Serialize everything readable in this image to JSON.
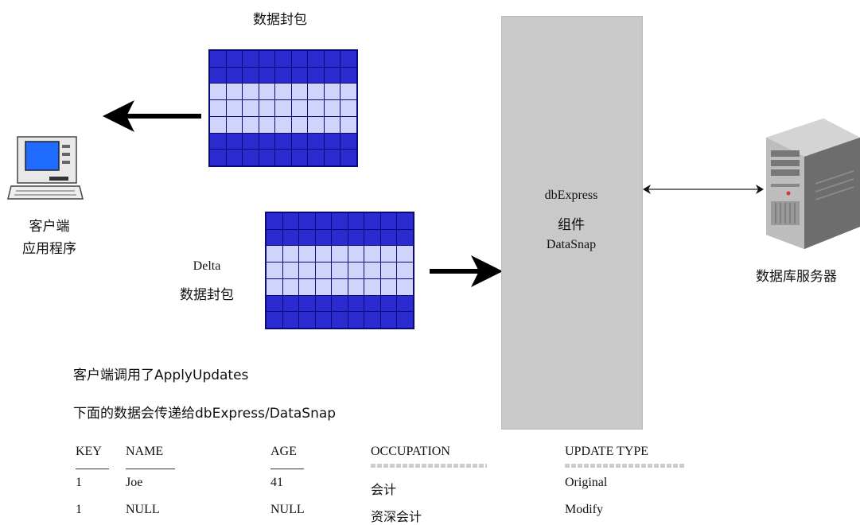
{
  "top_label": "数据封包",
  "client_label_line1": "客户端",
  "client_label_line2": "应用程序",
  "delta_label_line1": "Delta",
  "delta_label_line2": "数据封包",
  "middle_label_line1": "dbExpress",
  "middle_label_line2": "组件",
  "middle_label_line3": "DataSnap",
  "db_server_label": "数据库服务器",
  "note_line1": "客户端调用了ApplyUpdates",
  "note_line2": "下面的数据会传递给dbExpress/DataSnap",
  "table": {
    "headers": [
      "KEY",
      "NAME",
      "AGE",
      "OCCUPATION",
      "UPDATE TYPE"
    ],
    "rows": [
      [
        "1",
        "Joe",
        "41",
        "会计",
        "Original"
      ],
      [
        "1",
        "NULL",
        "NULL",
        "资深会计",
        "Modify"
      ]
    ]
  },
  "colors": {
    "grid_dark": "#2b2bd0",
    "grid_light": "#d0d4fa",
    "middle_box": "#c9c9c9"
  }
}
